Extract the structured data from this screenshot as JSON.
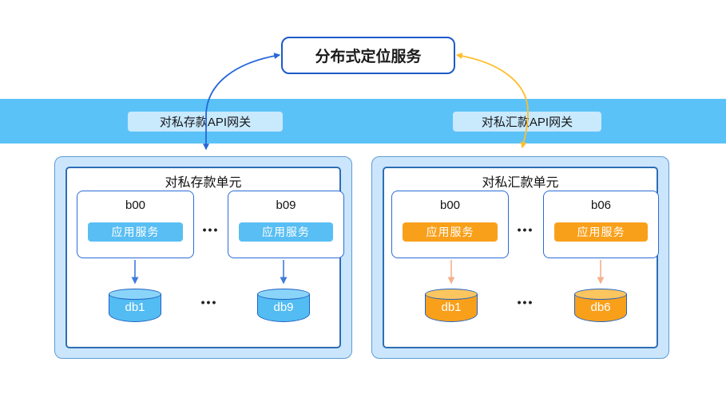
{
  "slide": {
    "top_service": {
      "label": "分布式定位服务"
    },
    "gateway_band": {
      "deposit_gateway": "对私存款API网关",
      "remittance_gateway": "对私汇款API网关"
    },
    "ellipsis": "•••",
    "units": [
      {
        "title": "对私存款单元",
        "nodes": [
          {
            "id": "b00",
            "service": "应用服务"
          },
          {
            "id": "b09",
            "service": "应用服务"
          }
        ],
        "databases": [
          "db1",
          "db9"
        ]
      },
      {
        "title": "对私汇款单元",
        "nodes": [
          {
            "id": "b00",
            "service": "应用服务"
          },
          {
            "id": "b06",
            "service": "应用服务"
          }
        ],
        "databases": [
          "db1",
          "db6"
        ]
      }
    ],
    "colors": {
      "band_blue": "#5BC2F8",
      "primary_blue": "#2667D9",
      "service_blue": "#58BEF3",
      "service_orange": "#F9A01B",
      "connector_yellow": "#FFBE2D",
      "connector_salmon": "#F4B18C",
      "unit_fill": "#CBE6FC",
      "unit_border": "#5E9AD4",
      "inner_border": "#2E6DB4"
    }
  }
}
